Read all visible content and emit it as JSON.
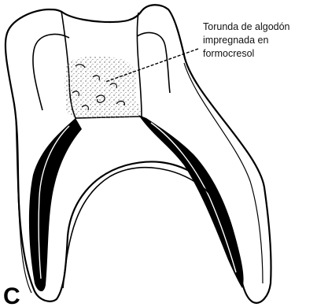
{
  "annotation": {
    "lines": [
      "Torunda de algodón",
      "impregnada en",
      "formocresol"
    ]
  },
  "panel_label": "C",
  "colors": {
    "ink": "#000000",
    "background": "#ffffff",
    "stipple": "#666666"
  }
}
